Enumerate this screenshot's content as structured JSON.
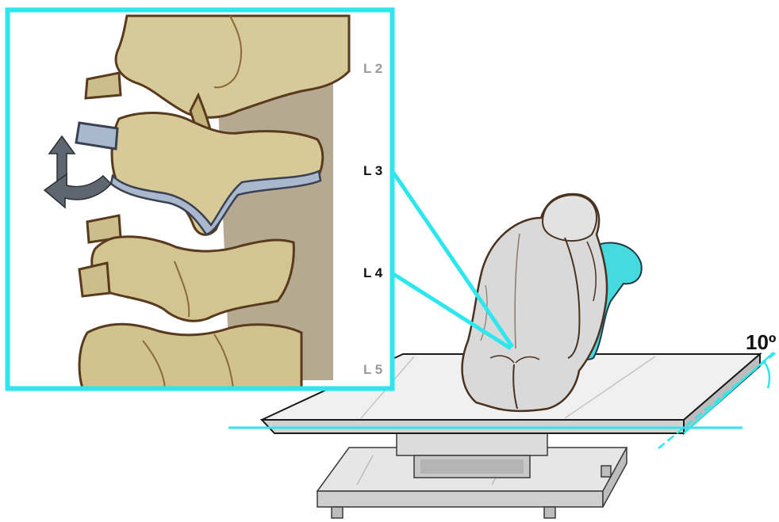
{
  "colors": {
    "frame": "#2ee6ee",
    "bone_fill": "#d6c99a",
    "bone_shadow": "#a8955c",
    "bone_outline": "#5a3a1c",
    "disc_highlight": "#a9b8cc",
    "arrow": "#5e6670",
    "body_fill": "#d9d9d9",
    "body_outline": "#4a3220",
    "cushion": "#46d9dd",
    "table_top": "#eeeeee",
    "table_base": "#d7d7d7"
  },
  "labels": {
    "l2": "L 2",
    "l3": "L 3",
    "l4": "L 4",
    "l5": "L 5",
    "angle": "10º"
  },
  "icons": {
    "motion_arrow": "curved-rotation-arrow-icon"
  }
}
